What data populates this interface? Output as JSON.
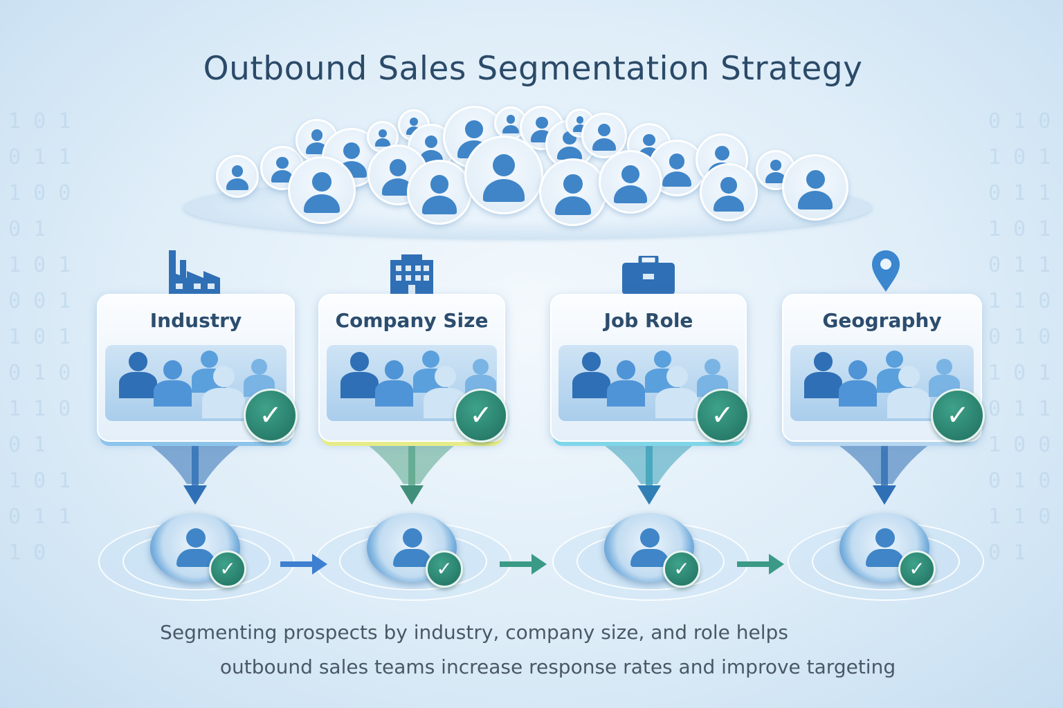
{
  "title": "Outbound Sales Segmentation Strategy",
  "segments": [
    {
      "label": "Industry",
      "icon": "factory-icon"
    },
    {
      "label": "Company Size",
      "icon": "office-building-icon"
    },
    {
      "label": "Job Role",
      "icon": "briefcase-icon"
    },
    {
      "label": "Geography",
      "icon": "location-pin-icon"
    }
  ],
  "caption": {
    "line1": "Segmenting prospects by industry, company size, and role helps",
    "line2": "outbound sales teams increase response rates and improve targeting"
  },
  "colors": {
    "accent": "#2f6fb5",
    "check": "#2a8a74",
    "title": "#2b4a68",
    "teal_arrow": "#3a9a86"
  }
}
